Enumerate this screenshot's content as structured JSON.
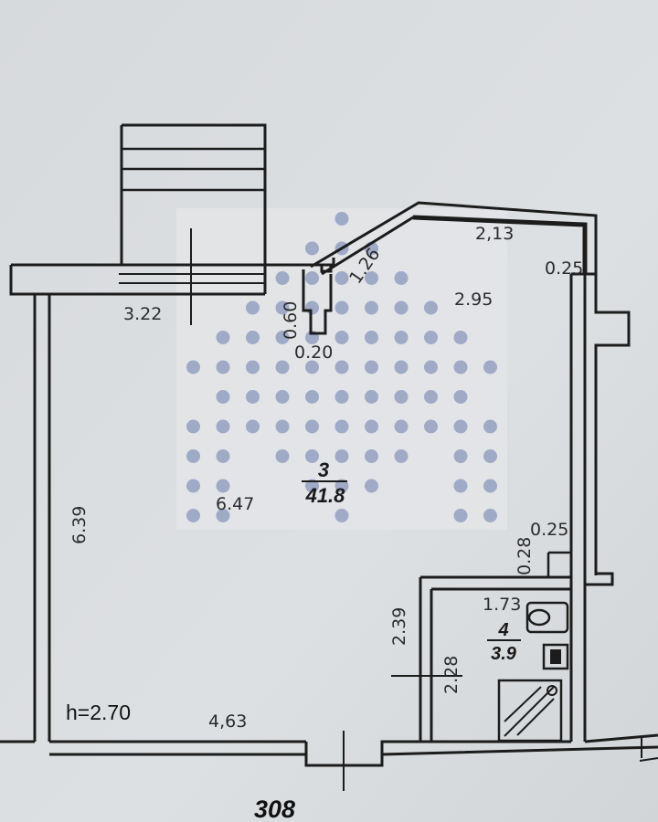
{
  "plan": {
    "apartment_number": "308",
    "ceiling_height": "h=2.70",
    "rooms": [
      {
        "number": "3",
        "area": "41.8"
      },
      {
        "number": "4",
        "area": "3.9"
      }
    ],
    "dimensions": {
      "balcony_left": "3.22",
      "top_right": "2,13",
      "diag_wall": "1.26",
      "wall_top_right": "0.25",
      "pillar_height": "0.60",
      "pillar_width": "0.20",
      "right_depth": "2.95",
      "left_height": "6.39",
      "inner_height": "6.47",
      "bottom_width": "4,63",
      "bath_height_outer": "2.39",
      "bath_height_inner": "2.28",
      "bath_width": "1.73",
      "bath_wall_gap": "0.28",
      "bath_wall_thick": "0.25"
    },
    "colors": {
      "paper": "#d9dcdf",
      "line": "#1c1c1c",
      "overlay_square": "#e6e7ea",
      "overlay_dots": "#8e9bbf"
    }
  }
}
